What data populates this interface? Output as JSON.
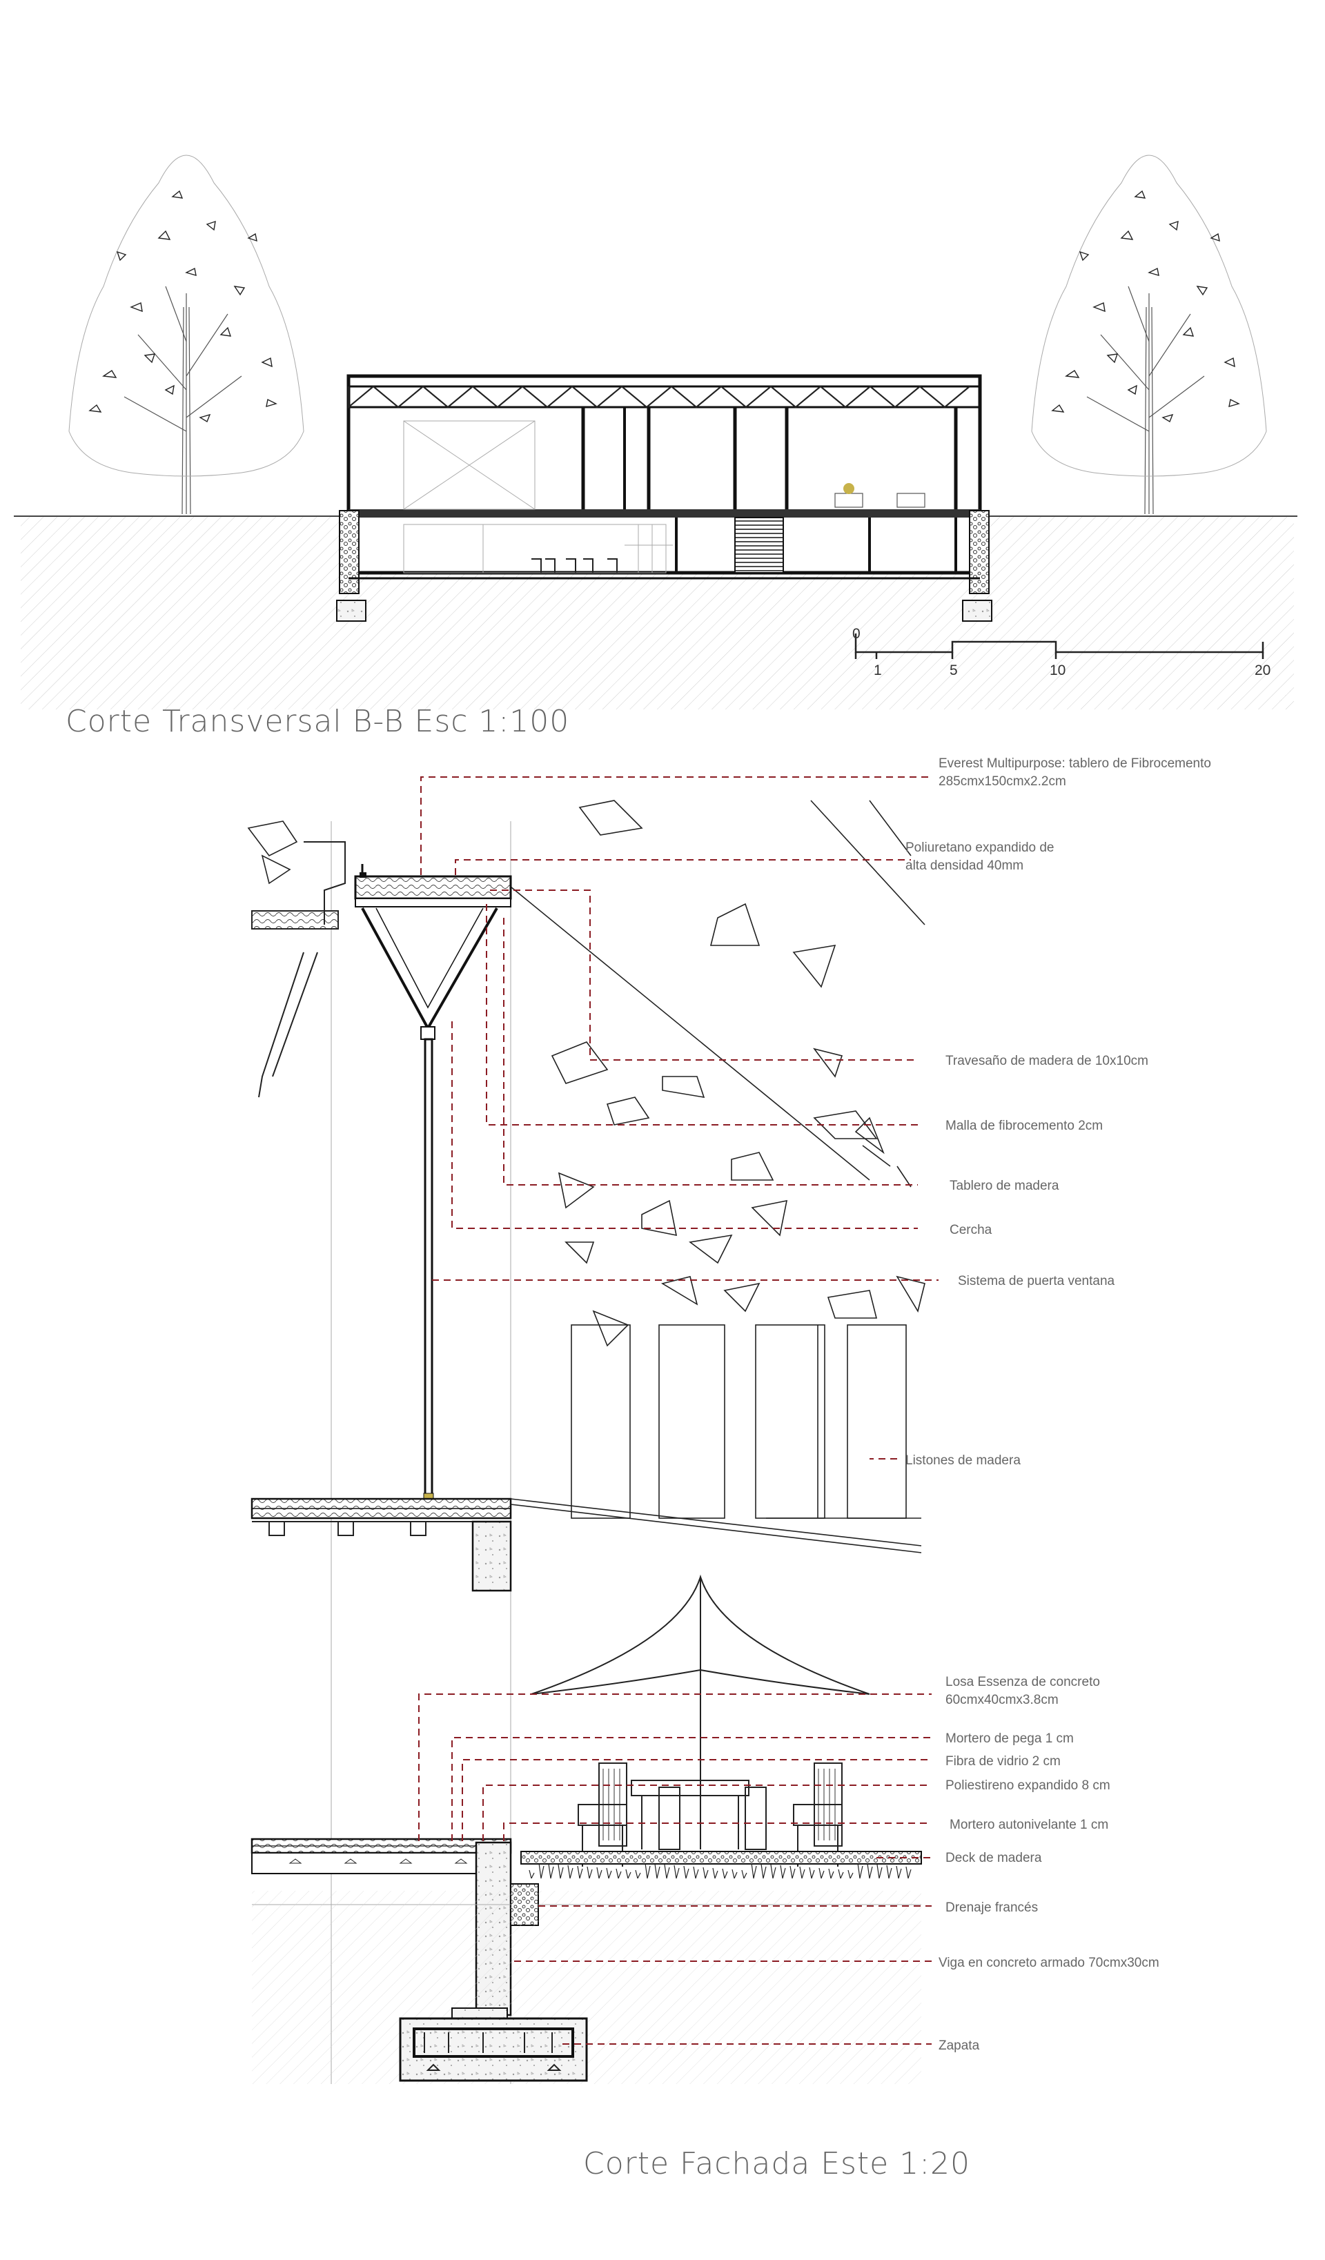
{
  "section_title": "Corte Transversal B-B Esc 1:100",
  "detail_title": "Corte Fachada Este 1:20",
  "scale_bar": {
    "ticks": [
      "0",
      "1",
      "5",
      "10",
      "20"
    ]
  },
  "colors": {
    "leader": "#8b1c23",
    "line": "#222222",
    "label": "#666666"
  },
  "callouts": [
    {
      "id": "everest",
      "lines": [
        "Everest Multipurpose: tablero de Fibrocemento",
        "285cmx150cmx2.2cm"
      ]
    },
    {
      "id": "poliuretano",
      "lines": [
        "Poliuretano expandido de",
        "alta densidad 40mm"
      ]
    },
    {
      "id": "travesano",
      "lines": [
        "Travesaño de madera de 10x10cm"
      ]
    },
    {
      "id": "malla",
      "lines": [
        "Malla de fibrocemento 2cm"
      ]
    },
    {
      "id": "tablero",
      "lines": [
        "Tablero de madera"
      ]
    },
    {
      "id": "cercha",
      "lines": [
        "Cercha"
      ]
    },
    {
      "id": "puerta",
      "lines": [
        "Sistema de puerta ventana"
      ]
    },
    {
      "id": "listones",
      "lines": [
        "Listones de madera"
      ]
    },
    {
      "id": "losa",
      "lines": [
        "Losa Essenza de concreto",
        "60cmx40cmx3.8cm"
      ]
    },
    {
      "id": "mortero-pega",
      "lines": [
        "Mortero de pega 1 cm"
      ]
    },
    {
      "id": "fibra",
      "lines": [
        "Fibra de vidrio 2 cm"
      ]
    },
    {
      "id": "poliestireno",
      "lines": [
        "Poliestireno expandido 8 cm"
      ]
    },
    {
      "id": "mortero-auto",
      "lines": [
        "Mortero autonivelante 1 cm"
      ]
    },
    {
      "id": "deck",
      "lines": [
        "Deck de madera"
      ]
    },
    {
      "id": "drenaje",
      "lines": [
        "Drenaje francés"
      ]
    },
    {
      "id": "viga",
      "lines": [
        "Viga en concreto armado 70cmx30cm"
      ]
    },
    {
      "id": "zapata",
      "lines": [
        "Zapata"
      ]
    }
  ]
}
